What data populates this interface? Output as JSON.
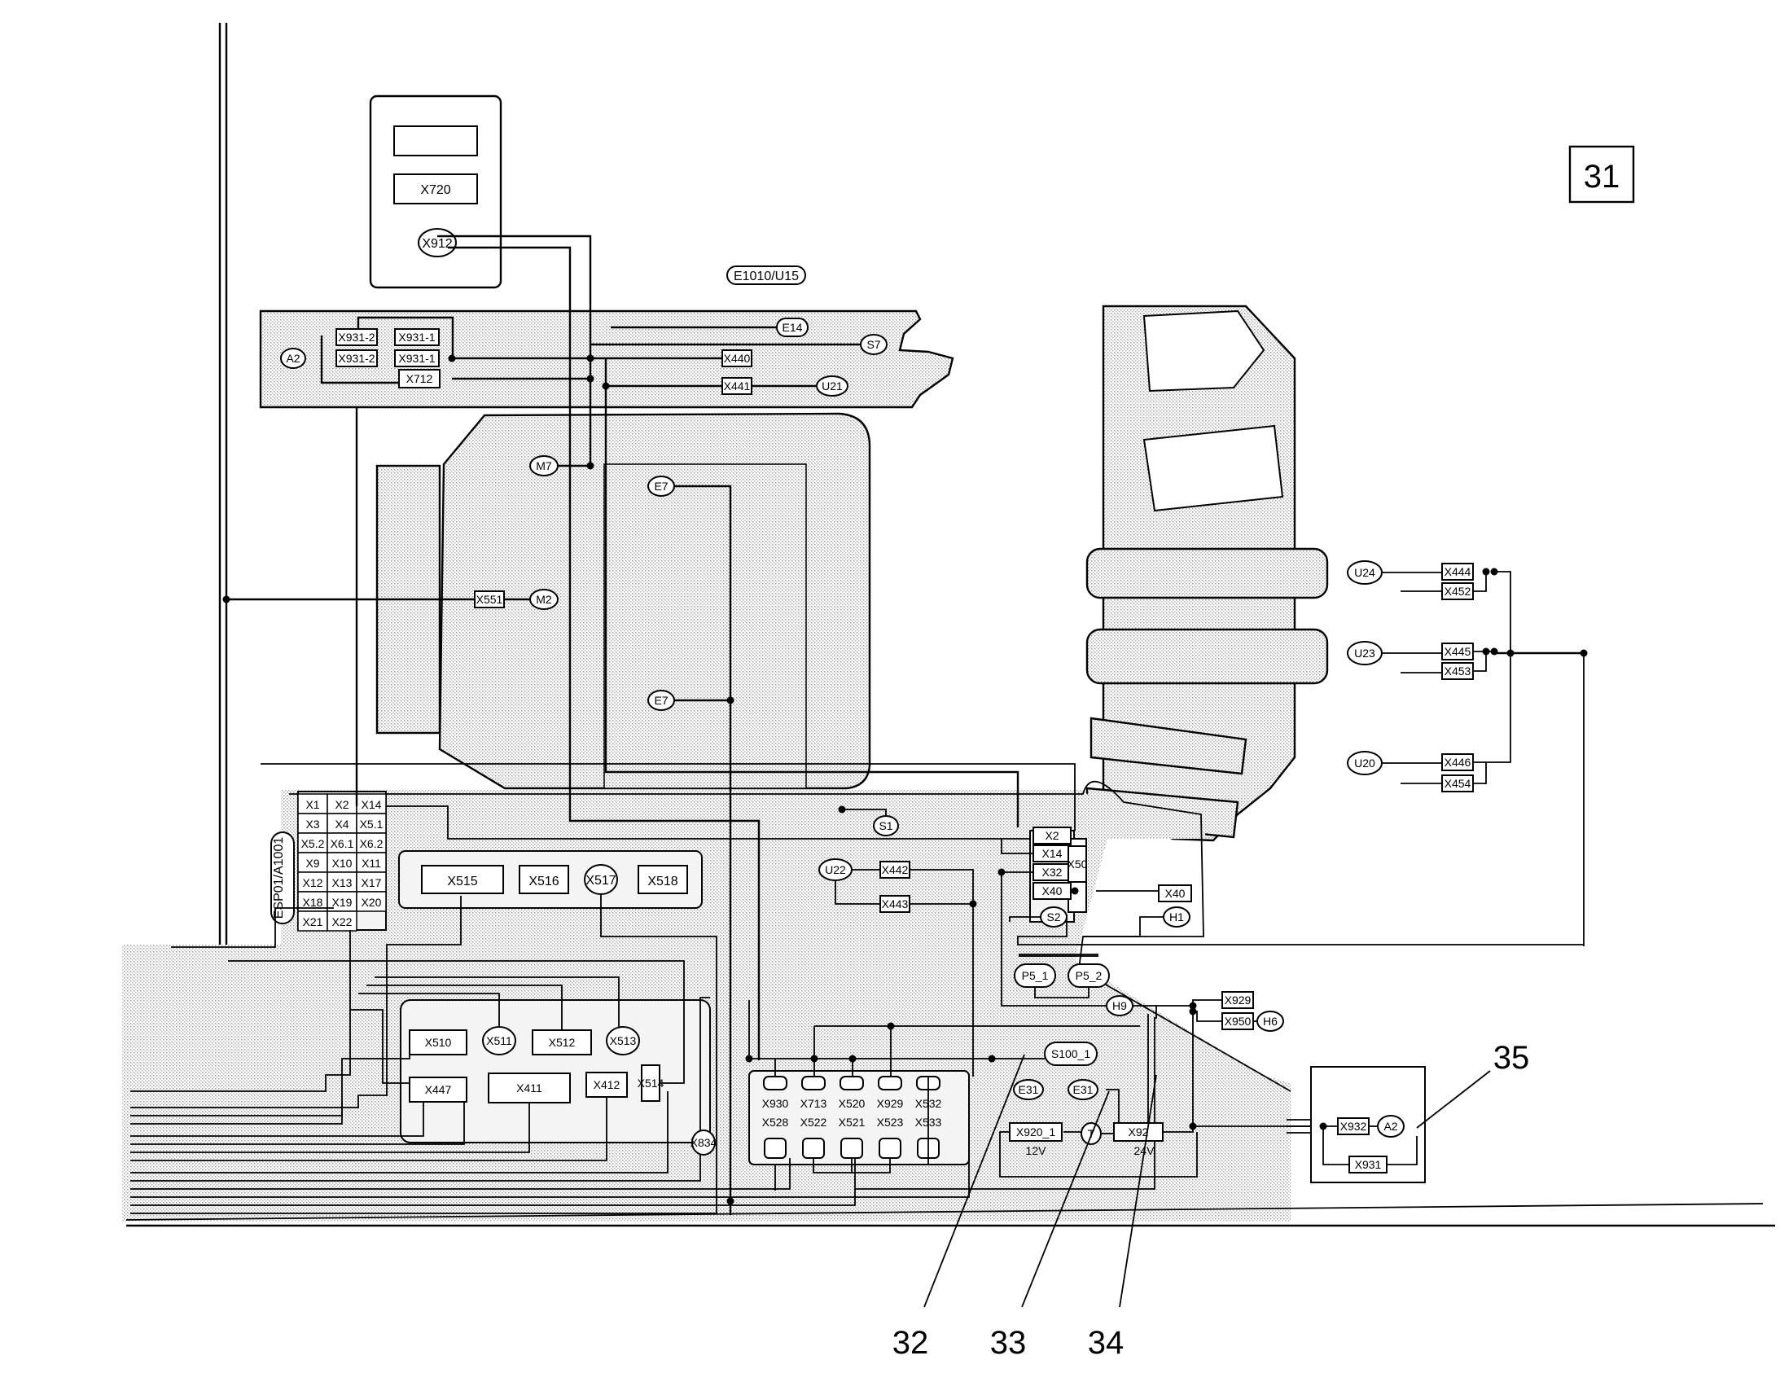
{
  "figure_number": "31",
  "callouts": [
    "32",
    "33",
    "34",
    "35"
  ],
  "display_unit": {
    "top_window": "",
    "connector": "X720",
    "terminal": "X912"
  },
  "top_board": {
    "label": "E1010/U15",
    "items": [
      "A2",
      "X931-2",
      "X931-1",
      "X931-2",
      "X931-1",
      "X712",
      "E14",
      "S7",
      "X440",
      "X441",
      "U21"
    ]
  },
  "motor_area": {
    "items": [
      "M7",
      "X551",
      "M2",
      "E7",
      "E7"
    ]
  },
  "right_group": {
    "items": [
      "U24",
      "X444",
      "X452",
      "U23",
      "X445",
      "X453",
      "U20",
      "X446",
      "X454"
    ]
  },
  "esp_module": {
    "label": "ESP01/A1001",
    "grid": [
      [
        "X1",
        "X2",
        "X14"
      ],
      [
        "X3",
        "X4",
        "X5.1"
      ],
      [
        "X5.2",
        "X6.1",
        "X6.2"
      ],
      [
        "X9",
        "X10",
        "X11"
      ],
      [
        "X12",
        "X13",
        "X17"
      ],
      [
        "X18",
        "X19",
        "X20"
      ],
      [
        "X21",
        "X22",
        ""
      ]
    ]
  },
  "row_connectors": [
    "X515",
    "X516",
    "X517",
    "X518"
  ],
  "lower_left": [
    "X510",
    "X511",
    "X512",
    "X513",
    "X447",
    "X411",
    "X412",
    "X514",
    "X834"
  ],
  "center_board": {
    "items": [
      "S1",
      "U22",
      "X442",
      "X443",
      "X2",
      "X14",
      "X32",
      "X40",
      "X50",
      "X40",
      "S2",
      "H1",
      "P5_1",
      "P5_2",
      "H9",
      "X929",
      "X950",
      "H6"
    ]
  },
  "bottom_board": {
    "items": [
      "S100_1",
      "E31",
      "E31",
      "X920_1",
      "12V",
      "T",
      "X92",
      "24V"
    ],
    "row1": [
      "X930",
      "X713",
      "X520",
      "X929",
      "X532"
    ],
    "row2": [
      "X528",
      "X522",
      "X521",
      "X523",
      "X533"
    ]
  },
  "right_box": {
    "items": [
      "X932",
      "A2",
      "X931"
    ]
  }
}
